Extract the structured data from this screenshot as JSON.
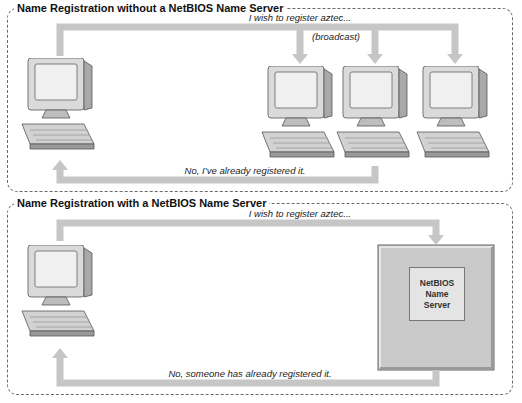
{
  "diagram": {
    "nodes": [
      {
        "text": [
          "Name Registration without a NetBIOS Name Server"
        ]
      },
      {
        "text": [
          "Name Registration with a NetBIOS Name Server"
        ]
      },
      {
        "text": [
          "NetBIOS Name Server"
        ],
        "in": 1
      }
    ],
    "labels": [
      "I wish to register aztec...",
      "(broadcast)",
      "No, I’ve already registered it.",
      "I wish to register aztec...",
      "No, someone has already registered it."
    ]
  }
}
